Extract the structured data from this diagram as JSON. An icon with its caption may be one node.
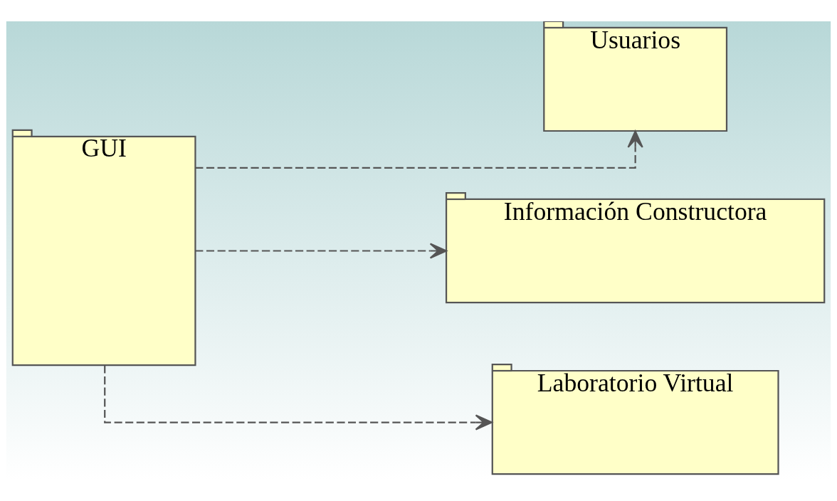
{
  "diagram": {
    "nodes": [
      {
        "text": [
          "GUI"
        ]
      },
      {
        "text": [
          "Usuarios"
        ]
      },
      {
        "text": [
          "Información Constructora"
        ]
      },
      {
        "text": [
          "Laboratorio Virtual"
        ]
      }
    ],
    "edges": [
      {
        "from": 0,
        "to": 1,
        "arrow": "to",
        "style": "dashed"
      },
      {
        "from": 0,
        "to": 2,
        "arrow": "to",
        "style": "dashed"
      },
      {
        "from": 0,
        "to": 3,
        "arrow": "to",
        "style": "dashed"
      }
    ]
  }
}
